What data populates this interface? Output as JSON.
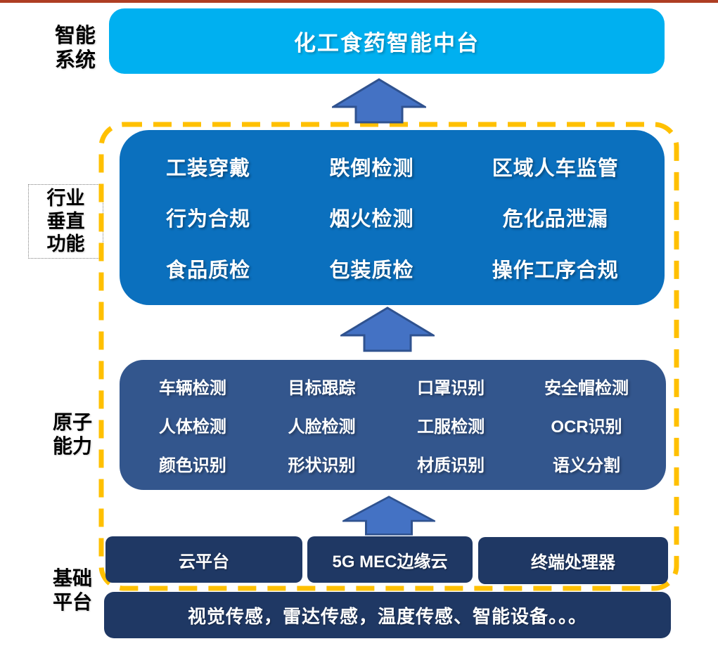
{
  "colors": {
    "top_strip": "#ae3e23",
    "middle_platform_bg": "#00b0f0",
    "vertical_box_bg": "#0b70be",
    "atomic_box_bg": "#33568d",
    "dark_navy_bg": "#1f3864",
    "arrow_fill": "#4472c4",
    "arrow_stroke": "#2f528f",
    "dashed_border": "#ffc000",
    "text_on_blue": "#ffffff",
    "side_label_text": "#000000"
  },
  "side_labels": {
    "intelligent_system": {
      "line1": "智能",
      "line2": "系统"
    },
    "vertical_functions": {
      "line1": "行业",
      "line2": "垂直",
      "line3": "功能"
    },
    "atomic_capability": {
      "line1": "原子",
      "line2": "能力"
    },
    "base_platform": {
      "line1": "基础",
      "line2": "平台"
    }
  },
  "middle_platform": {
    "title": "化工食药智能中台"
  },
  "vertical_functions": {
    "items": [
      "工装穿戴",
      "跌倒检测",
      "区域人车监管",
      "行为合规",
      "烟火检测",
      "危化品泄漏",
      "食品质检",
      "包装质检",
      "操作工序合规"
    ]
  },
  "atomic_capabilities": {
    "items": [
      "车辆检测",
      "目标跟踪",
      "口罩识别",
      "安全帽检测",
      "人体检测",
      "人脸检测",
      "工服检测",
      "OCR识别",
      "颜色识别",
      "形状识别",
      "材质识别",
      "语义分割"
    ]
  },
  "base_platform": {
    "boxes": [
      "云平台",
      "5G MEC边缘云",
      "终端处理器"
    ]
  },
  "sensors": {
    "text": "视觉传感，雷达传感，温度传感、智能设备。。。"
  }
}
